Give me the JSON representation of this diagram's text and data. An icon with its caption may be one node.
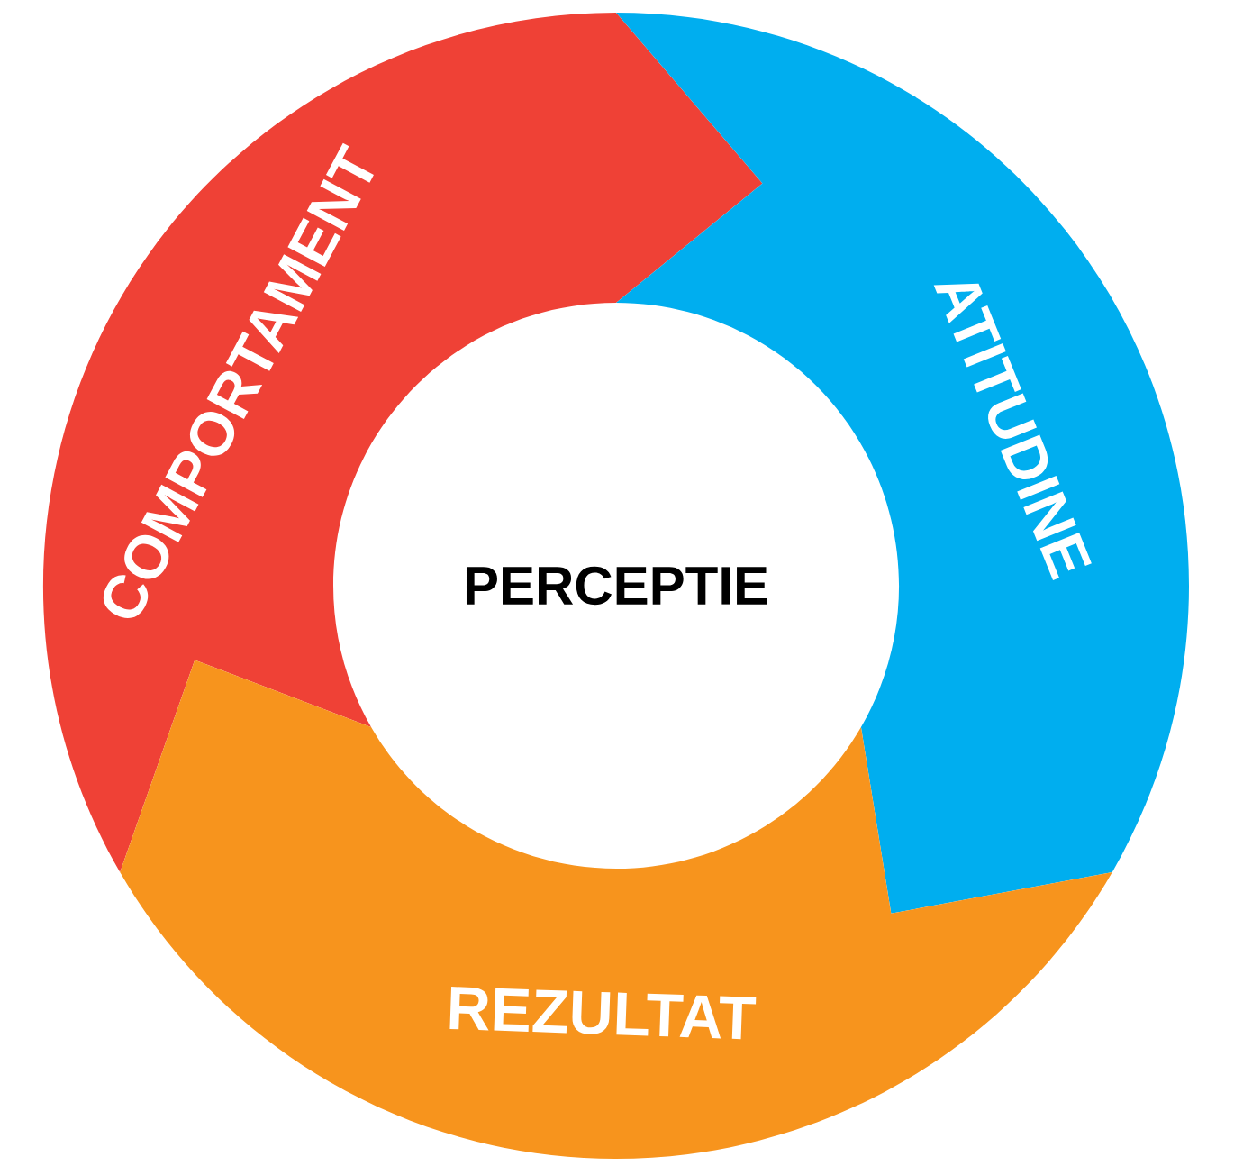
{
  "diagram": {
    "nodes": [
      {
        "text": [
          "PERCEPTIE"
        ]
      },
      {
        "text": [
          "COMPORTAMENT"
        ]
      },
      {
        "text": [
          "ATITUDINE"
        ]
      },
      {
        "text": [
          "REZULTAT"
        ]
      }
    ]
  }
}
